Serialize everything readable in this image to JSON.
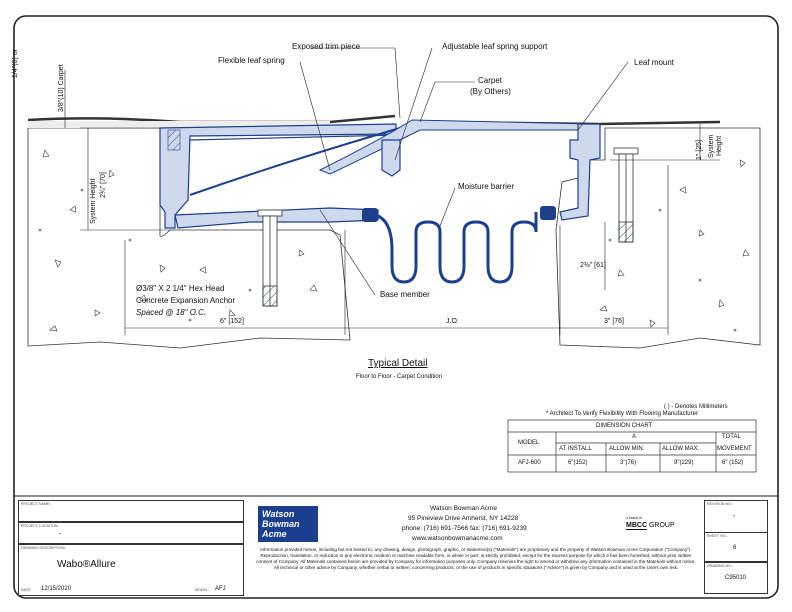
{
  "drawing": {
    "title": "Typical Detail",
    "subtitle": "Floor to Floor - Carpet Condition",
    "callouts": {
      "exposed_trim": "Exposed trim piece",
      "adjustable_spring": "Adjustable leaf spring support",
      "flexible_spring": "Flexible leaf spring",
      "leaf_mount": "Leaf mount",
      "carpet": "Carpet",
      "carpet_note": "(By Others)",
      "moisture_barrier": "Moisture barrier",
      "base_member": "Base member",
      "anchor_line1": "Ø3/8\" X 2 1/4\" Hex Head",
      "anchor_line2": "Concrete Expansion Anchor",
      "anchor_line3": "Spaced @ 18\" O.C."
    },
    "dimensions": {
      "carpet_thickness_a": "1/4\"(6) or",
      "carpet_thickness_b": "3/8\"(10) Carpet",
      "system_height_left": "System Height",
      "left_height_value": "2¾\" [70]",
      "right_height_value": "1\" [25]",
      "system_height_right_a": "System",
      "system_height_right_b": "Height",
      "depth_right": "2⅜\" [61]",
      "left_width": "6\" [152]",
      "joint_opening": "J.O.",
      "right_width": "3\" [76]"
    },
    "notes": {
      "millimeters": "( ) - Denotes Millimeters",
      "architect": "* Architect To Verify Flexibility With Flooring Manufacturer"
    }
  },
  "dimension_chart": {
    "title": "DIMENSION CHART",
    "col_model": "MODEL",
    "col_a": "A",
    "col_total_a": "TOTAL",
    "col_total_b": "MOVEMENT",
    "sub_install": "AT INSTALL",
    "sub_min": "ALLOW MIN.",
    "sub_max": "ALLOW MAX.",
    "rows": [
      {
        "model": "AFJ-600",
        "install": "6\"(152)",
        "min": "3\"(76)",
        "max": "9\"(229)",
        "total": "6\" (152)"
      }
    ]
  },
  "title_block": {
    "project_name_label": "PROJECT NAME:",
    "project_location_label": "PROJECT LOCATION:",
    "project_location_value": "-",
    "drawing_description_label": "DRAWING DESCRIPTION:",
    "drawing_description_value": "Wabo®Allure",
    "date_label": "DATE:",
    "date_value": "12/15/2020",
    "model_label": "MODEL:",
    "model_value": "AFJ",
    "logo_line1": "Watson",
    "logo_line2": "Bowman",
    "logo_line3": "Acme",
    "company_name": "Watson Bowman Acme",
    "company_address": "95 Pineview Drive Amherst, NY 14228",
    "company_phone": "phone: (716) 691-7566  fax: (716) 691-9239",
    "company_web": "www.watsonbowmanacme.com",
    "group_prefix": "a brand of",
    "group_name": "MBCC",
    "group_suffix": "GROUP",
    "disclaimer": "Information provided herein, including but not limited to, any drawing, design, photograph, graphic, or statement(s) (\"Materials\") are proprietary and the property of Watson Bowman Acme Corporation (\"Company\"). Reproduction, translation, or reduction to any electronic medium or machine readable form, in whole or part, is strictly prohibited, except for the express purpose for which it has been furnished, without prior written consent of Company. All Materials contained herein are provided by Company for information purposes only. Company reserves the right to amend or withdraw any information contained in the Materials without notice. All technical or other advice by Company, whether verbal or written, concerning products, or the use of products in specific situations (\"Advice\") is given by Company and is used at the Users own risk.",
    "revision_label": "REVISION NO.:",
    "revision_value": "-",
    "sheet_label": "SHEET NO.:",
    "sheet_value": "6",
    "drawing_no_label": "DRAWING NO.:",
    "drawing_no_value": "C95010"
  }
}
